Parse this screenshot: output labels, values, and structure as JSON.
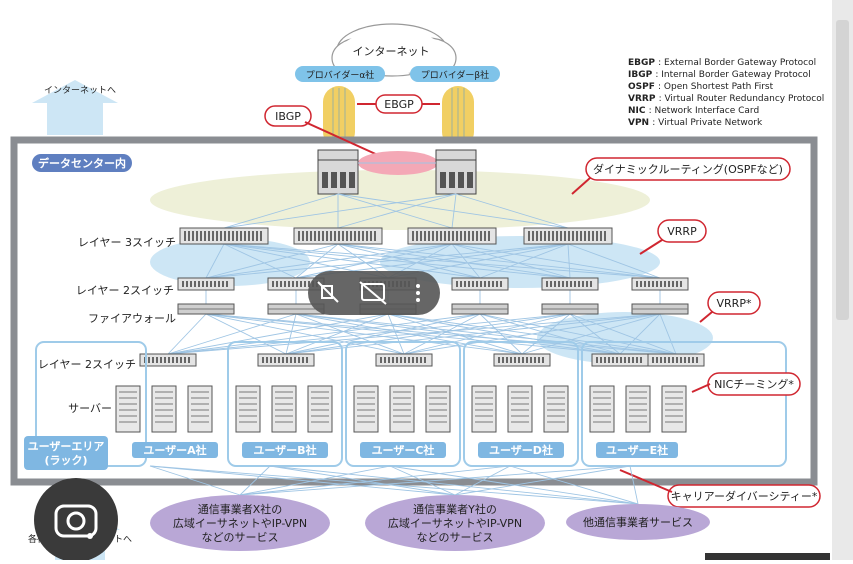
{
  "top": {
    "internet_label": "インターネット",
    "provider_alpha": "プロバイダーα社",
    "provider_beta": "プロバイダーβ社",
    "to_internet": "インターネットへ",
    "ebgp": "EBGP",
    "ibgp": "IBGP"
  },
  "legend": [
    {
      "abbr": "EBGP",
      "desc": ": External Border Gateway Protocol"
    },
    {
      "abbr": "IBGP",
      "desc": ": Internal Border Gateway Protocol"
    },
    {
      "abbr": "OSPF",
      "desc": ": Open Shortest Path First"
    },
    {
      "abbr": "VRRP",
      "desc": ": Virtual Router Redundancy Protocol"
    },
    {
      "abbr": "NIC",
      "desc": ": Network Interface Card"
    },
    {
      "abbr": "VPN",
      "desc": ": Virtual Private Network"
    }
  ],
  "datacenter_label": "データセンター内",
  "callouts": {
    "dynamic_routing": "ダイナミックルーティング(OSPFなど)",
    "vrrp1": "VRRP",
    "vrrp2": "VRRP*",
    "nic_teaming": "NICチーミング*",
    "carrier_diversity": "キャリアーダイバーシティー*"
  },
  "rows": {
    "layer3": "レイヤー 3スイッチ",
    "layer2": "レイヤー 2スイッチ",
    "firewall": "ファイアウォール",
    "layer2_user": "レイヤー 2スイッチ",
    "server": "サーバー"
  },
  "user_area": "ユーザーエリア\n(ラック)",
  "user_area_line1": "ユーザーエリア",
  "user_area_line2": "(ラック)",
  "users": [
    "ユーザーA社",
    "ユーザーB社",
    "ユーザーC社",
    "ユーザーD社",
    "ユーザーE社"
  ],
  "bottom": {
    "carrier_x": [
      "通信事業者X社の",
      "広域イーサネットやIP-VPN",
      "などのサービス"
    ],
    "carrier_y": [
      "通信事業者Y社の",
      "広域イーサネットやIP-VPN",
      "などのサービス"
    ],
    "other_carrier": "他通信事業者サービス",
    "to_each_office": "各社",
    "to_each_office_tail": "ネットへ"
  },
  "colors": {
    "frame": "#8a8d92",
    "light_blue": "#cde6f5",
    "lavender": "#b9a7d6",
    "callout_red": "#d02630",
    "user_blue": "#7fb7e2",
    "yellow": "#f1cf63"
  }
}
